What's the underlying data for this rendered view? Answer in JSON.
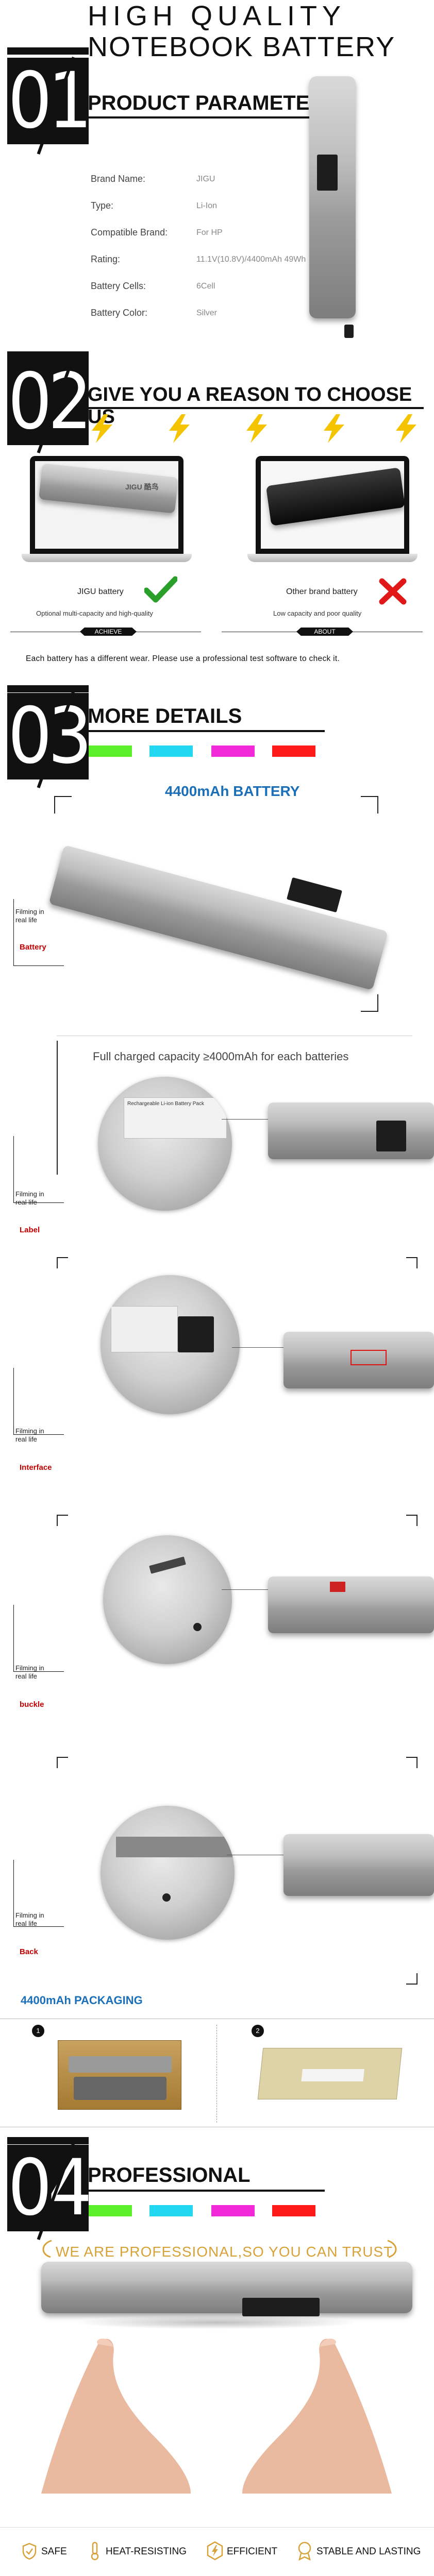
{
  "header": {
    "line1": "HIGH QUALITY",
    "line2": "NOTEBOOK BATTERY"
  },
  "section1": {
    "number": "01",
    "title": "PRODUCT PARAMETERS",
    "params": [
      {
        "label": "Brand Name:",
        "value": "JIGU"
      },
      {
        "label": "Type:",
        "value": "Li-Ion"
      },
      {
        "label": "Compatible Brand:",
        "value": "For HP"
      },
      {
        "label": "Rating:",
        "value": "11.1V(10.8V)/4400mAh 49Wh"
      },
      {
        "label": "Battery Cells:",
        "value": "6Cell"
      },
      {
        "label": "Battery Color:",
        "value": "Silver"
      }
    ]
  },
  "section2": {
    "number": "02",
    "title": "GIVE YOU A REASON TO CHOOSE US",
    "left": {
      "name": "JIGU battery",
      "desc": "Optional multi-capacity and high-quality",
      "tag": "ACHIEVE",
      "screen_logo": "JIGU 酷鸟"
    },
    "right": {
      "name": "Other brand battery",
      "desc": "Low capacity and poor quality",
      "tag": "ABOUT"
    },
    "note": "Each battery has a different wear. Please use a professional test software to check it."
  },
  "section3": {
    "number": "03",
    "title": "MORE DETAILS",
    "swatches": [
      "#5cf02a",
      "#22d8f0",
      "#f02ad8",
      "#ff1a1a"
    ],
    "capacity_title": "4400mAh BATTERY",
    "capacity_note": "Full charged capacity ≥4000mAh for each batteries",
    "label_text": "Rechargeable Li-ion Battery Pack",
    "filming": "Filming in real life",
    "details": [
      {
        "key": "Battery"
      },
      {
        "key": "Label"
      },
      {
        "key": "Interface"
      },
      {
        "key": "buckle"
      },
      {
        "key": "Back"
      }
    ],
    "packaging_title": "4400mAh PACKAGING",
    "packaging_steps": [
      "1",
      "2"
    ]
  },
  "section4": {
    "number": "04",
    "title": "PROFESSIONAL",
    "swatches": [
      "#5cf02a",
      "#22d8f0",
      "#f02ad8",
      "#ff1a1a"
    ],
    "slogan": "WE ARE PROFESSIONAL,SO YOU CAN TRUST",
    "features": [
      "SAFE",
      "HEAT-RESISTING",
      "EFFICIENT",
      "STABLE AND LASTING"
    ]
  }
}
